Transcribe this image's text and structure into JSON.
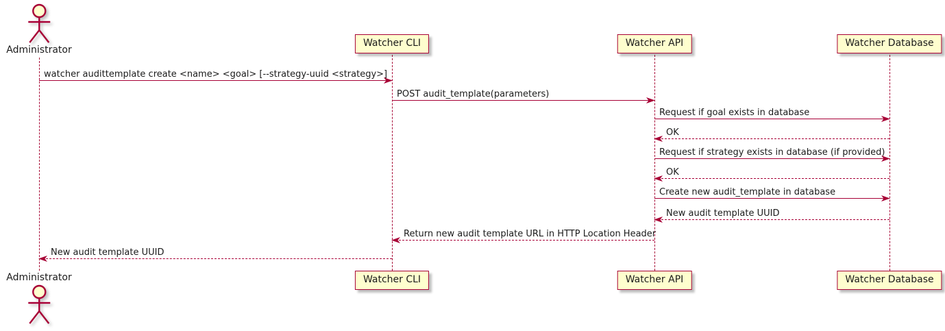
{
  "diagram": {
    "type": "uml-sequence",
    "colors": {
      "accent": "#A80036",
      "participant_fill": "#FEFECE",
      "text": "#1b1b1b",
      "background": "#ffffff"
    },
    "actor": {
      "label": "Administrator"
    },
    "participants": [
      {
        "id": "watcher-cli",
        "label": "Watcher CLI"
      },
      {
        "id": "watcher-api",
        "label": "Watcher API"
      },
      {
        "id": "watcher-database",
        "label": "Watcher Database"
      }
    ],
    "messages": [
      {
        "from": "Administrator",
        "to": "Watcher CLI",
        "style": "solid",
        "text": "watcher audittemplate create <name> <goal> [--strategy-uuid <strategy>]"
      },
      {
        "from": "Watcher CLI",
        "to": "Watcher API",
        "style": "solid",
        "text": "POST audit_template(parameters)"
      },
      {
        "from": "Watcher API",
        "to": "Watcher Database",
        "style": "solid",
        "text": "Request if goal exists in database"
      },
      {
        "from": "Watcher Database",
        "to": "Watcher API",
        "style": "dashed",
        "text": "OK"
      },
      {
        "from": "Watcher API",
        "to": "Watcher Database",
        "style": "solid",
        "text": "Request if strategy exists in database (if provided)"
      },
      {
        "from": "Watcher Database",
        "to": "Watcher API",
        "style": "dashed",
        "text": "OK"
      },
      {
        "from": "Watcher API",
        "to": "Watcher Database",
        "style": "solid",
        "text": "Create new audit_template in database"
      },
      {
        "from": "Watcher Database",
        "to": "Watcher API",
        "style": "dashed",
        "text": "New audit template UUID"
      },
      {
        "from": "Watcher API",
        "to": "Watcher CLI",
        "style": "dashed",
        "text": "Return new audit template URL in HTTP Location Header"
      },
      {
        "from": "Watcher CLI",
        "to": "Administrator",
        "style": "dashed",
        "text": "New audit template UUID"
      }
    ]
  }
}
